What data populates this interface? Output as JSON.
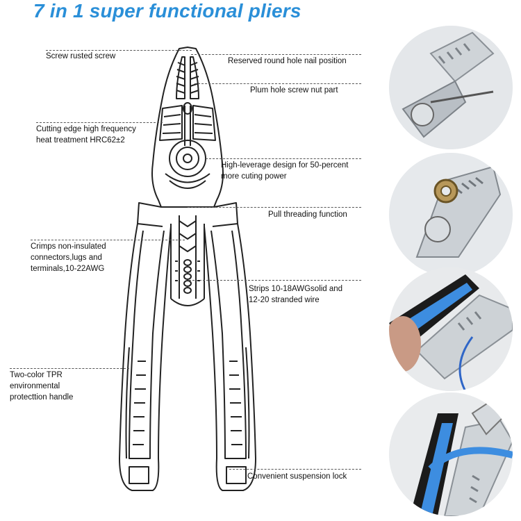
{
  "title": "7 in 1 super functional pliers",
  "labels": {
    "screw": "Screw rusted screw",
    "round_hole": "Reserved round hole nail position",
    "plum_hole": "Plum hole screw nut part",
    "cutting_edge": [
      "Cutting edge high frequency",
      "heat treatment HRC62±2"
    ],
    "leverage": [
      "High-leverage design for 50-percent",
      "more cuting power"
    ],
    "threading": "Pull threading function",
    "crimps": [
      "Crimps non-insulated",
      "connectors,lugs and",
      "terminals,10-22AWG"
    ],
    "strips": [
      "Strips 10-18AWGsolid and",
      "12-20 stranded wire"
    ],
    "handle": [
      "Two-color TPR",
      "environmental",
      "protecttion handle"
    ],
    "lock": "Convenient suspension lock"
  },
  "colors": {
    "title": "#2a8fd8",
    "handle_blue": "#3d8de0",
    "handle_black": "#1b1b1b",
    "steel": "#c9ced3"
  }
}
